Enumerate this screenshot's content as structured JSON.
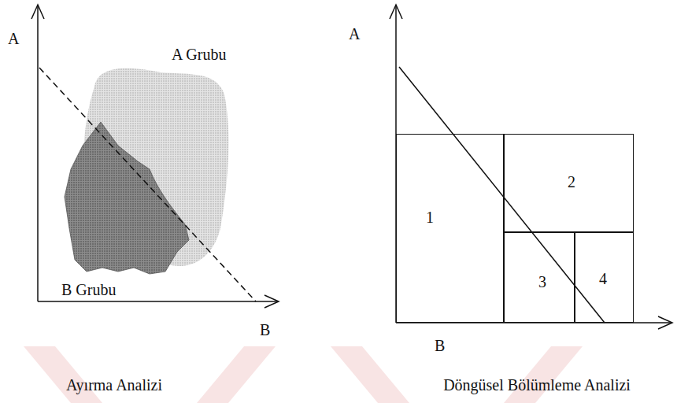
{
  "diagram": {
    "nodes": [
      {
        "text": [
          "1"
        ]
      },
      {
        "text": [
          "2"
        ]
      },
      {
        "text": [
          "3"
        ]
      },
      {
        "text": [
          "4"
        ]
      }
    ],
    "edges": [],
    "labels": [
      "A",
      "B",
      "A Grubu",
      "B Grubu",
      "Ayırma Analizi",
      "A",
      "B",
      "Döngüsel Bölümleme Analizi"
    ]
  }
}
